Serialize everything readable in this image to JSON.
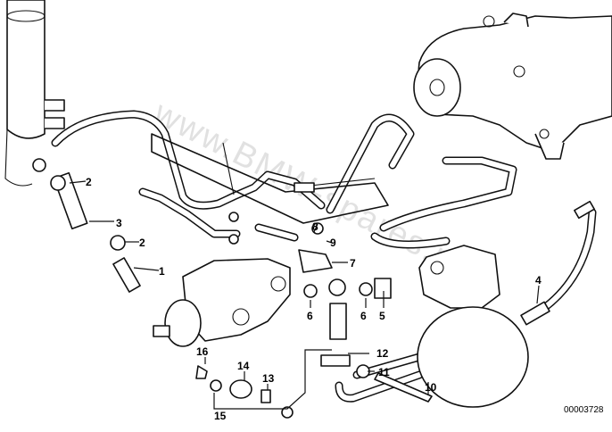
{
  "callouts": [
    "1",
    "2",
    "2",
    "3",
    "4",
    "5",
    "6",
    "6",
    "7",
    "8",
    "9",
    "10",
    "11",
    "12",
    "13",
    "14",
    "15",
    "16"
  ],
  "reference_number": "00003728",
  "watermark": "www.BMW-spares.pl"
}
